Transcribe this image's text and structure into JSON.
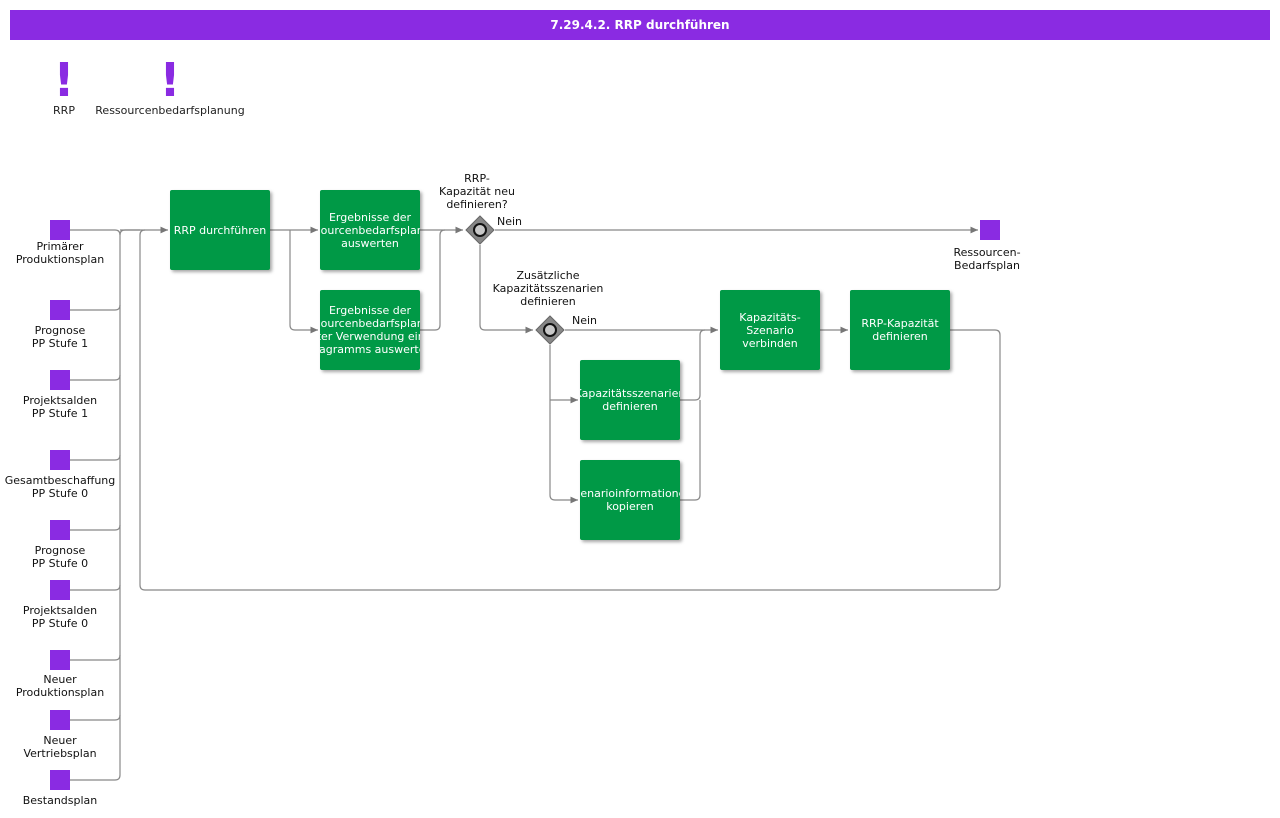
{
  "title": "7.29.4.2. RRP durchführen",
  "colors": {
    "title_bar": "#8a2be2",
    "task": "#009946",
    "data_object": "#8a2be2",
    "connector": "#777777"
  },
  "markers": [
    {
      "icon": "exclamation-icon",
      "label": "RRP"
    },
    {
      "icon": "exclamation-icon",
      "label": "Ressourcenbedarfsplanung"
    }
  ],
  "inputs": [
    "Primärer\nProduktionsplan",
    "Prognose\nPP Stufe 1",
    "Projektsalden\nPP Stufe 1",
    "Gesamtbeschaffung\nPP Stufe 0",
    "Prognose\nPP Stufe 0",
    "Projektsalden\nPP Stufe 0",
    "Neuer\nProduktionsplan",
    "Neuer\nVertriebsplan",
    "Bestandsplan"
  ],
  "output": "Ressourcen-\nBedarfsplan",
  "tasks": {
    "rrp_durchfuehren": "RRP durchführen",
    "ergebnisse_auswerten": "Ergebnisse der\nRessourcenbedarfsplanung\nauswerten",
    "ergebnisse_diagramm": "Ergebnisse der\nRessourcenbedarfsplanung\nunter Verwendung eines\nDiagramms auswerten",
    "kapazitaetsszenarien_definieren": "Kapazitätsszenarien\ndefinieren",
    "szenarioinformationen_kopieren": "Szenarioinformationen\nkopieren",
    "kapazitaets_szenario_verbinden": "Kapazitäts-\nSzenario\nverbinden",
    "rrp_kapazitaet_definieren": "RRP-Kapazität\ndefinieren"
  },
  "gateways": {
    "g1": {
      "question": "RRP-\nKapazität neu\ndefinieren?",
      "branch": "Nein"
    },
    "g2": {
      "question": "Zusätzliche\nKapazitätsszenarien\ndefinieren",
      "branch": "Nein"
    }
  }
}
